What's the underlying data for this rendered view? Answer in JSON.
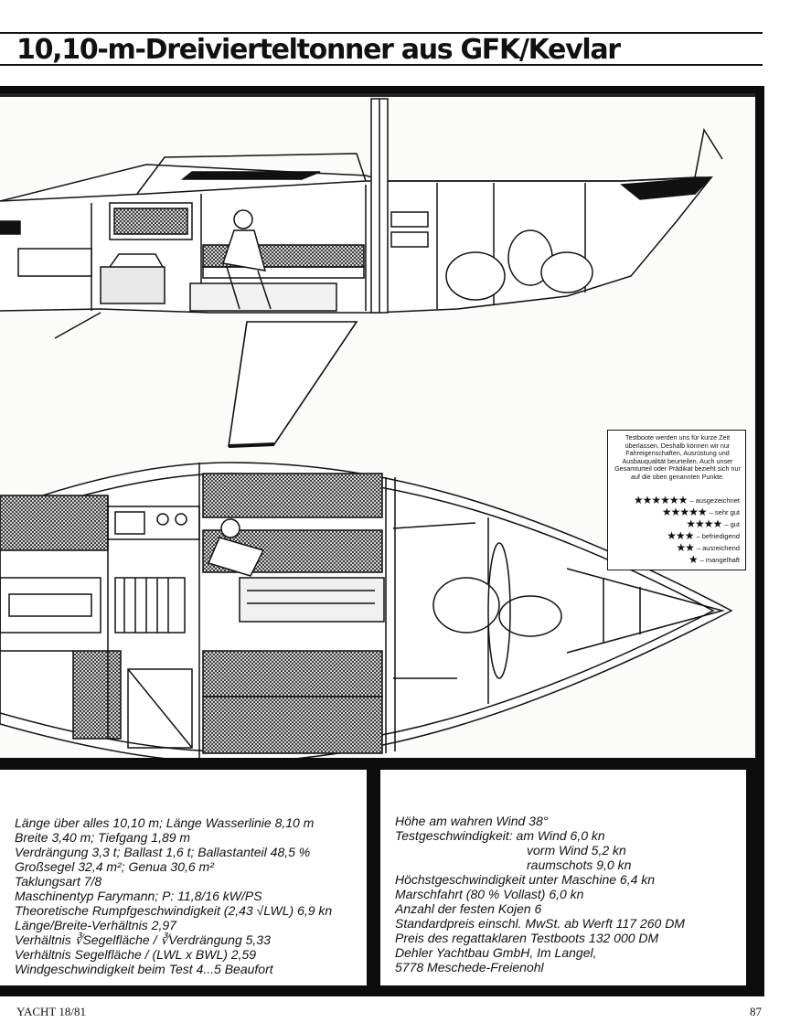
{
  "title": "10,10-m-Dreivierteltonner aus GFK/Kevlar",
  "legend": {
    "note": "Testboote werden uns für kurze Zeit überlassen. Deshalb können wir nur Fahreigenschaften, Ausrüstung und Ausbauqualität beurteilen. Auch unser Gesamturteil oder Prädikat bezieht sich nur auf die oben genannten Punkte.",
    "ratings": [
      {
        "stars": "★★★★★★",
        "label": "– ausgezeichnet"
      },
      {
        "stars": "★★★★★",
        "label": "– sehr gut"
      },
      {
        "stars": "★★★★",
        "label": "– gut"
      },
      {
        "stars": "★★★",
        "label": "– befriedigend"
      },
      {
        "stars": "★★",
        "label": "– ausreichend"
      },
      {
        "stars": "★",
        "label": "– mangelhaft"
      }
    ]
  },
  "specs_left": [
    "Länge über alles 10,10 m; Länge Wasserlinie 8,10 m",
    "Breite 3,40 m; Tiefgang 1,89 m",
    "Verdrängung 3,3 t; Ballast 1,6 t; Ballastanteil 48,5 %",
    "Großsegel 32,4 m²; Genua 30,6 m²",
    "Taklungsart 7/8",
    "Maschinentyp Farymann; P: 11,8/16 kW/PS",
    "Theoretische Rumpfgeschwindigkeit (2,43 √LWL) 6,9 kn",
    "Länge/Breite-Verhältnis 2,97",
    "Verhältnis ∛Segelfläche / ∛Verdrängung 5,33",
    "Verhältnis Segelfläche / (LWL x BWL) 2,59",
    "Windgeschwindigkeit beim Test 4...5 Beaufort"
  ],
  "specs_right": [
    "Höhe am wahren Wind 38°",
    "Testgeschwindigkeit: am Wind 6,0 kn",
    "vorm Wind 5,2 kn",
    "raumschots 9,0 kn",
    "Höchstgeschwindigkeit unter Maschine 6,4 kn",
    "Marschfahrt (80 % Vollast) 6,0 kn",
    "Anzahl der festen Kojen 6",
    "Standardpreis einschl. MwSt. ab Werft 117 260 DM",
    "Preis des regattaklaren Testboots 132 000 DM",
    "Dehler Yachtbau GmbH, Im Langel,",
    "5778 Meschede-Freienohl"
  ],
  "footer": {
    "magazine": "YACHT 18/81",
    "page_number": "87"
  }
}
